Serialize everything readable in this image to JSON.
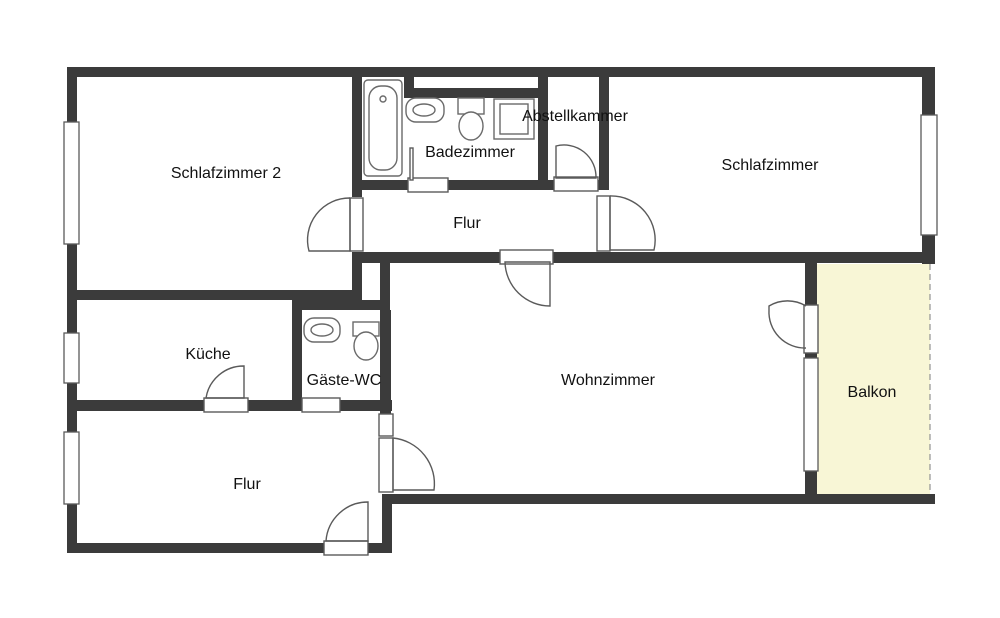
{
  "floorplan": {
    "colors": {
      "wall": "#3b3b3b",
      "floor": "#ffffff",
      "balcony": "#f8f6d6"
    },
    "rooms": [
      {
        "id": "schlafzimmer-2",
        "label": "Schlafzimmer 2"
      },
      {
        "id": "badezimmer",
        "label": "Badezimmer"
      },
      {
        "id": "abstellkammer",
        "label": "Abstellkammer"
      },
      {
        "id": "schlafzimmer",
        "label": "Schlafzimmer"
      },
      {
        "id": "flur-top",
        "label": "Flur"
      },
      {
        "id": "kueche",
        "label": "Küche"
      },
      {
        "id": "gaeste-wc",
        "label": "Gäste-WC"
      },
      {
        "id": "wohnzimmer",
        "label": "Wohnzimmer"
      },
      {
        "id": "balkon",
        "label": "Balkon"
      },
      {
        "id": "flur-bottom",
        "label": "Flur"
      }
    ],
    "fixtures": [
      "bathtub-icon",
      "sink-icon",
      "toilet-icon",
      "shower-icon",
      "guest-sink-icon",
      "guest-toilet-icon"
    ]
  }
}
